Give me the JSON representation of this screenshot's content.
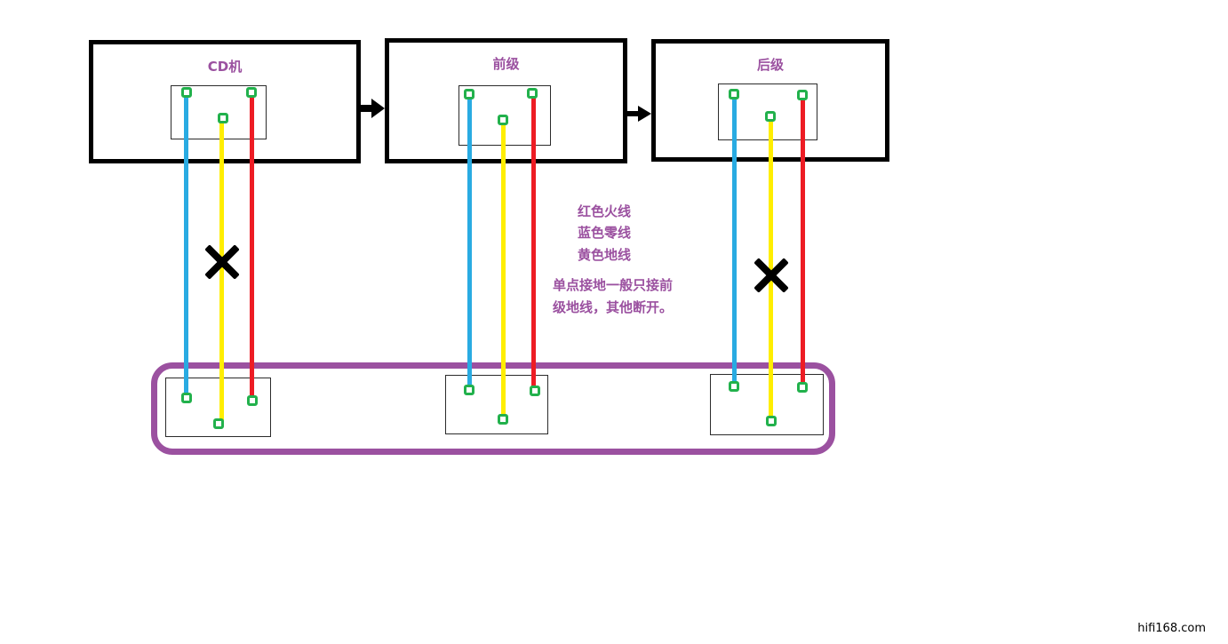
{
  "devices": [
    {
      "label": "CD机"
    },
    {
      "label": "前级"
    },
    {
      "label": "后级"
    }
  ],
  "legend": {
    "items": [
      "红色火线",
      "蓝色零线",
      "黄色地线"
    ]
  },
  "note": {
    "lines": [
      "单点接地一般只接前",
      "级地线，其他断开。"
    ]
  },
  "watermark": "hifi168.com",
  "colors": {
    "wire_live": "#ed1c24",
    "wire_neutral": "#29abe2",
    "wire_ground": "#ffee00",
    "connector_green": "#22b14c",
    "annotation_purple": "#9b51a0",
    "device_border": "#000000",
    "ground_bus_border": "#9b51a0"
  }
}
